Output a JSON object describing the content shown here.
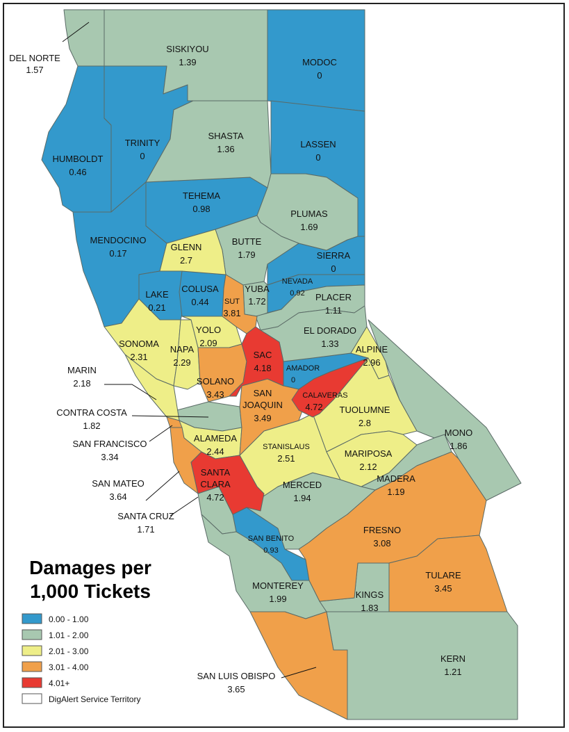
{
  "legend": {
    "title_line1": "Damages per",
    "title_line2": "1,000 Tickets",
    "classes": [
      {
        "label": "0.00 - 1.00",
        "color": "#3399cc"
      },
      {
        "label": "1.01 - 2.00",
        "color": "#a8c8b0"
      },
      {
        "label": "2.01 - 3.00",
        "color": "#eeee88"
      },
      {
        "label": "3.01 - 4.00",
        "color": "#f0a04a"
      },
      {
        "label": "4.01+",
        "color": "#e83a32"
      },
      {
        "label": "DigAlert Service Territory",
        "color": "#ffffff"
      }
    ]
  },
  "counties": {
    "del_norte": {
      "name": "DEL NORTE",
      "value": "1.57"
    },
    "siskiyou": {
      "name": "SISKIYOU",
      "value": "1.39"
    },
    "modoc": {
      "name": "MODOC",
      "value": "0"
    },
    "humboldt": {
      "name": "HUMBOLDT",
      "value": "0.46"
    },
    "trinity": {
      "name": "TRINITY",
      "value": "0"
    },
    "shasta": {
      "name": "SHASTA",
      "value": "1.36"
    },
    "lassen": {
      "name": "LASSEN",
      "value": "0"
    },
    "tehema": {
      "name": "TEHEMA",
      "value": "0.98"
    },
    "plumas": {
      "name": "PLUMAS",
      "value": "1.69"
    },
    "mendocino": {
      "name": "MENDOCINO",
      "value": "0.17"
    },
    "glenn": {
      "name": "GLENN",
      "value": "2.7"
    },
    "butte": {
      "name": "BUTTE",
      "value": "1.79"
    },
    "sierra": {
      "name": "SIERRA",
      "value": "0"
    },
    "lake": {
      "name": "LAKE",
      "value": "0.21"
    },
    "colusa": {
      "name": "COLUSA",
      "value": "0.44"
    },
    "sutter": {
      "name": "SUT",
      "value": "3.81"
    },
    "yuba": {
      "name": "YUBA",
      "value": "1.72"
    },
    "nevada": {
      "name": "NEVADA",
      "value": "0.92"
    },
    "placer": {
      "name": "PLACER",
      "value": "1.11"
    },
    "sonoma": {
      "name": "SONOMA",
      "value": "2.31"
    },
    "napa": {
      "name": "NAPA",
      "value": "2.29"
    },
    "yolo": {
      "name": "YOLO",
      "value": "2.09"
    },
    "sacramento": {
      "name": "SAC",
      "value": "4.18"
    },
    "el_dorado": {
      "name": "EL DORADO",
      "value": "1.33"
    },
    "alpine": {
      "name": "ALPINE",
      "value": "2.96"
    },
    "marin": {
      "name": "MARIN",
      "value": "2.18"
    },
    "solano": {
      "name": "SOLANO",
      "value": "3.43"
    },
    "amador": {
      "name": "AMADOR",
      "value": "0"
    },
    "contra_costa": {
      "name": "CONTRA COSTA",
      "value": "1.82"
    },
    "san_joaquin": {
      "name_line1": "SAN",
      "name_line2": "JOAQUIN",
      "value": "3.49"
    },
    "calaveras": {
      "name": "CALAVERAS",
      "value": "4.72"
    },
    "tuolumne": {
      "name": "TUOLUMNE",
      "value": "2.8"
    },
    "mono": {
      "name": "MONO",
      "value": "1.86"
    },
    "san_francisco": {
      "name": "SAN FRANCISCO",
      "value": "3.34"
    },
    "alameda": {
      "name": "ALAMEDA",
      "value": "2.44"
    },
    "stanislaus": {
      "name": "STANISLAUS",
      "value": "2.51"
    },
    "mariposa": {
      "name": "MARIPOSA",
      "value": "2.12"
    },
    "san_mateo": {
      "name": "SAN MATEO",
      "value": "3.64"
    },
    "santa_clara": {
      "name_line1": "SANTA",
      "name_line2": "CLARA",
      "value": "4.72"
    },
    "merced": {
      "name": "MERCED",
      "value": "1.94"
    },
    "madera": {
      "name": "MADERA",
      "value": "1.19"
    },
    "santa_cruz": {
      "name": "SANTA CRUZ",
      "value": "1.71"
    },
    "san_benito": {
      "name": "SAN BENITO",
      "value": "0.93"
    },
    "fresno": {
      "name": "FRESNO",
      "value": "3.08"
    },
    "tulare": {
      "name": "TULARE",
      "value": "3.45"
    },
    "monterey": {
      "name": "MONTEREY",
      "value": "1.99"
    },
    "kings": {
      "name": "KINGS",
      "value": "1.83"
    },
    "kern": {
      "name": "KERN",
      "value": "1.21"
    },
    "san_luis_obispo": {
      "name": "SAN LUIS OBISPO",
      "value": "3.65"
    }
  }
}
